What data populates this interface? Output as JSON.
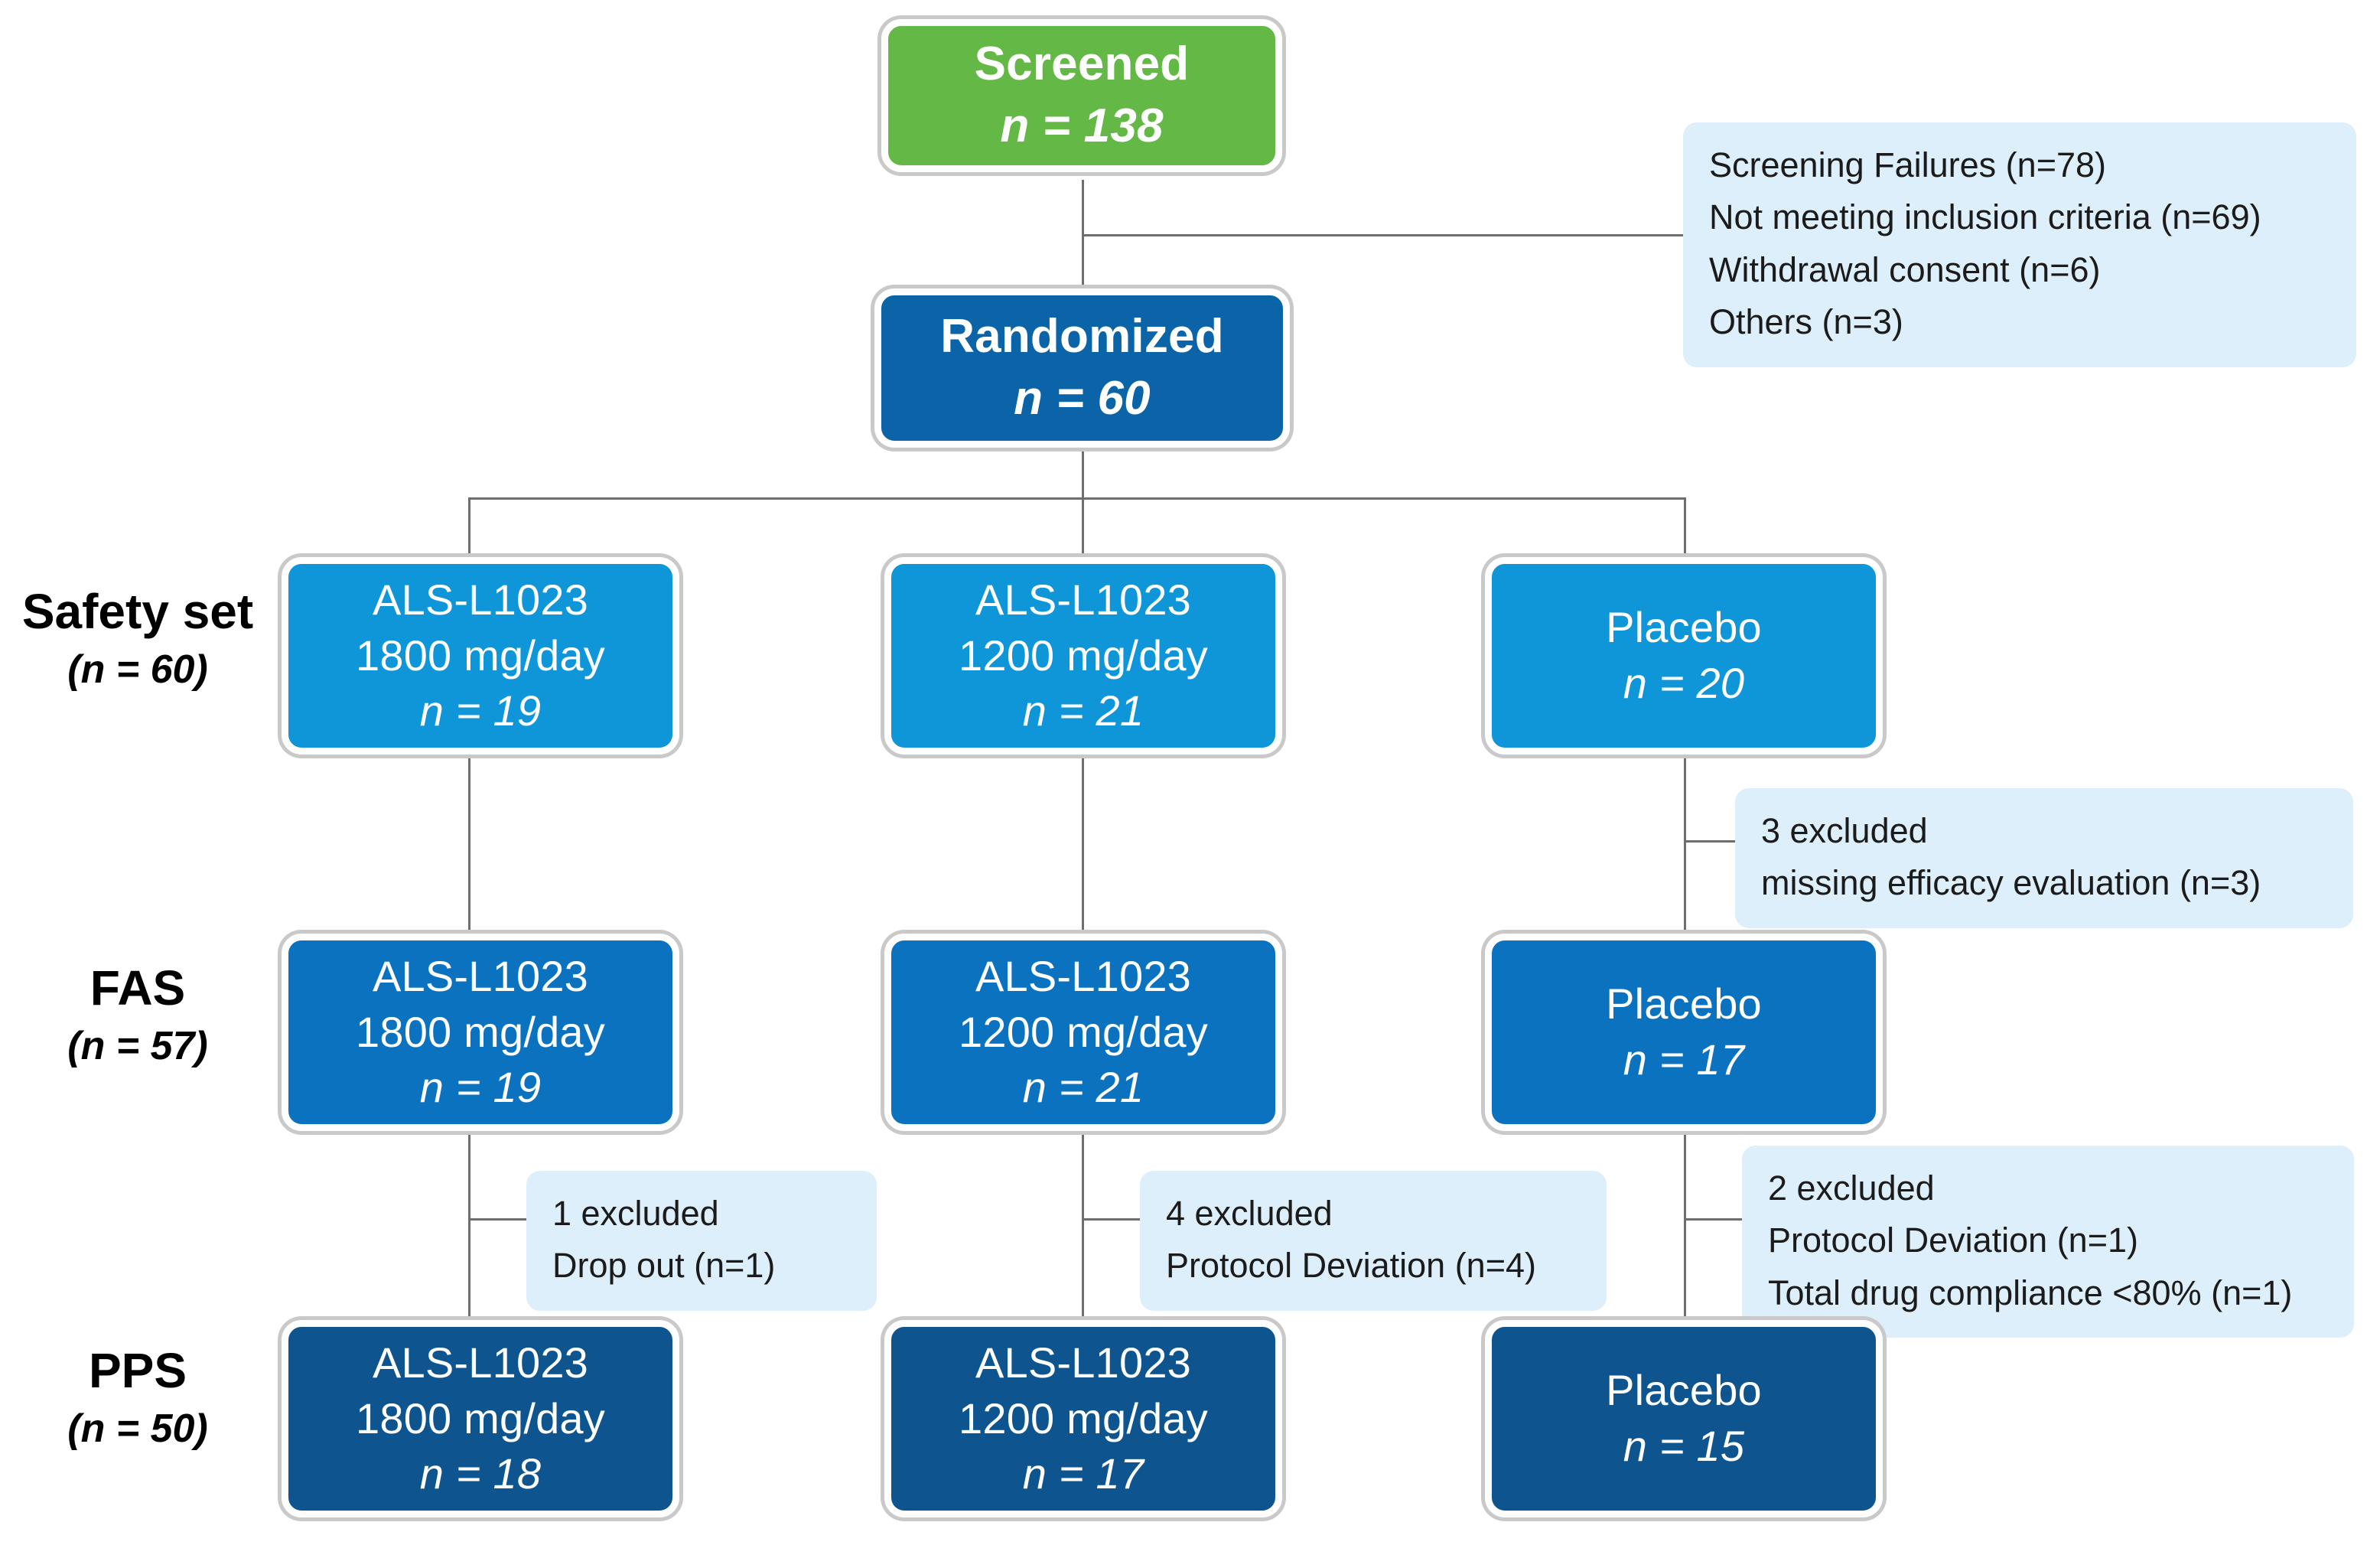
{
  "diagram": {
    "title": "CONSORT participant flow diagram",
    "colors": {
      "screened": "#64b946",
      "randomized": "#0b63a8",
      "safety_set": "#0e96d8",
      "fas": "#0b72bf",
      "pps": "#0e558f",
      "note_background": "#ddeffa",
      "connector": "#6e6e6e"
    }
  },
  "nodes": {
    "screened": {
      "label": "Screened",
      "n": "n = 138"
    },
    "randomized": {
      "label": "Randomized",
      "n": "n = 60"
    },
    "safety": {
      "arm1": {
        "line1": "ALS-L1023",
        "line2": "1800 mg/day",
        "n": "n = 19"
      },
      "arm2": {
        "line1": "ALS-L1023",
        "line2": "1200 mg/day",
        "n": "n = 21"
      },
      "arm3": {
        "line1": "Placebo",
        "line2": "",
        "n": "n = 20"
      }
    },
    "fas": {
      "arm1": {
        "line1": "ALS-L1023",
        "line2": "1800 mg/day",
        "n": "n = 19"
      },
      "arm2": {
        "line1": "ALS-L1023",
        "line2": "1200 mg/day",
        "n": "n = 21"
      },
      "arm3": {
        "line1": "Placebo",
        "line2": "",
        "n": "n = 17"
      }
    },
    "pps": {
      "arm1": {
        "line1": "ALS-L1023",
        "line2": "1800 mg/day",
        "n": "n = 18"
      },
      "arm2": {
        "line1": "ALS-L1023",
        "line2": "1200 mg/day",
        "n": "n = 17"
      },
      "arm3": {
        "line1": "Placebo",
        "line2": "",
        "n": "n = 15"
      }
    }
  },
  "row_labels": {
    "safety": {
      "name": "Safety set",
      "count": "(n = 60)"
    },
    "fas": {
      "name": "FAS",
      "count": "(n = 57)"
    },
    "pps": {
      "name": "PPS",
      "count": "(n = 50)"
    }
  },
  "notes": {
    "screening_failures": {
      "lines": [
        "Screening Failures (n=78)",
        "Not meeting inclusion criteria (n=69)",
        "Withdrawal consent (n=6)",
        "Others (n=3)"
      ]
    },
    "placebo_fas_excluded": {
      "lines": [
        "3 excluded",
        "missing efficacy evaluation (n=3)"
      ]
    },
    "pps_excluded_arm1": {
      "lines": [
        "1 excluded",
        "Drop out (n=1)"
      ]
    },
    "pps_excluded_arm2": {
      "lines": [
        "4 excluded",
        "Protocol Deviation (n=4)"
      ]
    },
    "pps_excluded_arm3": {
      "lines": [
        "2 excluded",
        "Protocol Deviation (n=1)",
        "Total drug compliance <80% (n=1)"
      ]
    }
  },
  "chart_data": {
    "type": "diagram",
    "title": "CONSORT flow diagram of study participants",
    "stages": [
      {
        "stage": "Screened",
        "n": 138
      },
      {
        "stage": "Screening Failures",
        "n": 78,
        "reasons": [
          {
            "reason": "Not meeting inclusion criteria",
            "n": 69
          },
          {
            "reason": "Withdrawal consent",
            "n": 6
          },
          {
            "reason": "Others",
            "n": 3
          }
        ]
      },
      {
        "stage": "Randomized",
        "n": 60
      },
      {
        "stage": "Safety set",
        "n": 60,
        "arms": [
          {
            "arm": "ALS-L1023 1800 mg/day",
            "n": 19
          },
          {
            "arm": "ALS-L1023 1200 mg/day",
            "n": 21
          },
          {
            "arm": "Placebo",
            "n": 20
          }
        ]
      },
      {
        "stage": "FAS",
        "n": 57,
        "arms": [
          {
            "arm": "ALS-L1023 1800 mg/day",
            "n": 19
          },
          {
            "arm": "ALS-L1023 1200 mg/day",
            "n": 21
          },
          {
            "arm": "Placebo",
            "n": 17,
            "excluded": 3,
            "exclusion_reasons": [
              {
                "reason": "missing efficacy evaluation",
                "n": 3
              }
            ]
          }
        ]
      },
      {
        "stage": "PPS",
        "n": 50,
        "arms": [
          {
            "arm": "ALS-L1023 1800 mg/day",
            "n": 18,
            "excluded": 1,
            "exclusion_reasons": [
              {
                "reason": "Drop out",
                "n": 1
              }
            ]
          },
          {
            "arm": "ALS-L1023 1200 mg/day",
            "n": 17,
            "excluded": 4,
            "exclusion_reasons": [
              {
                "reason": "Protocol Deviation",
                "n": 4
              }
            ]
          },
          {
            "arm": "Placebo",
            "n": 15,
            "excluded": 2,
            "exclusion_reasons": [
              {
                "reason": "Protocol Deviation",
                "n": 1
              },
              {
                "reason": "Total drug compliance <80%",
                "n": 1
              }
            ]
          }
        ]
      }
    ]
  }
}
